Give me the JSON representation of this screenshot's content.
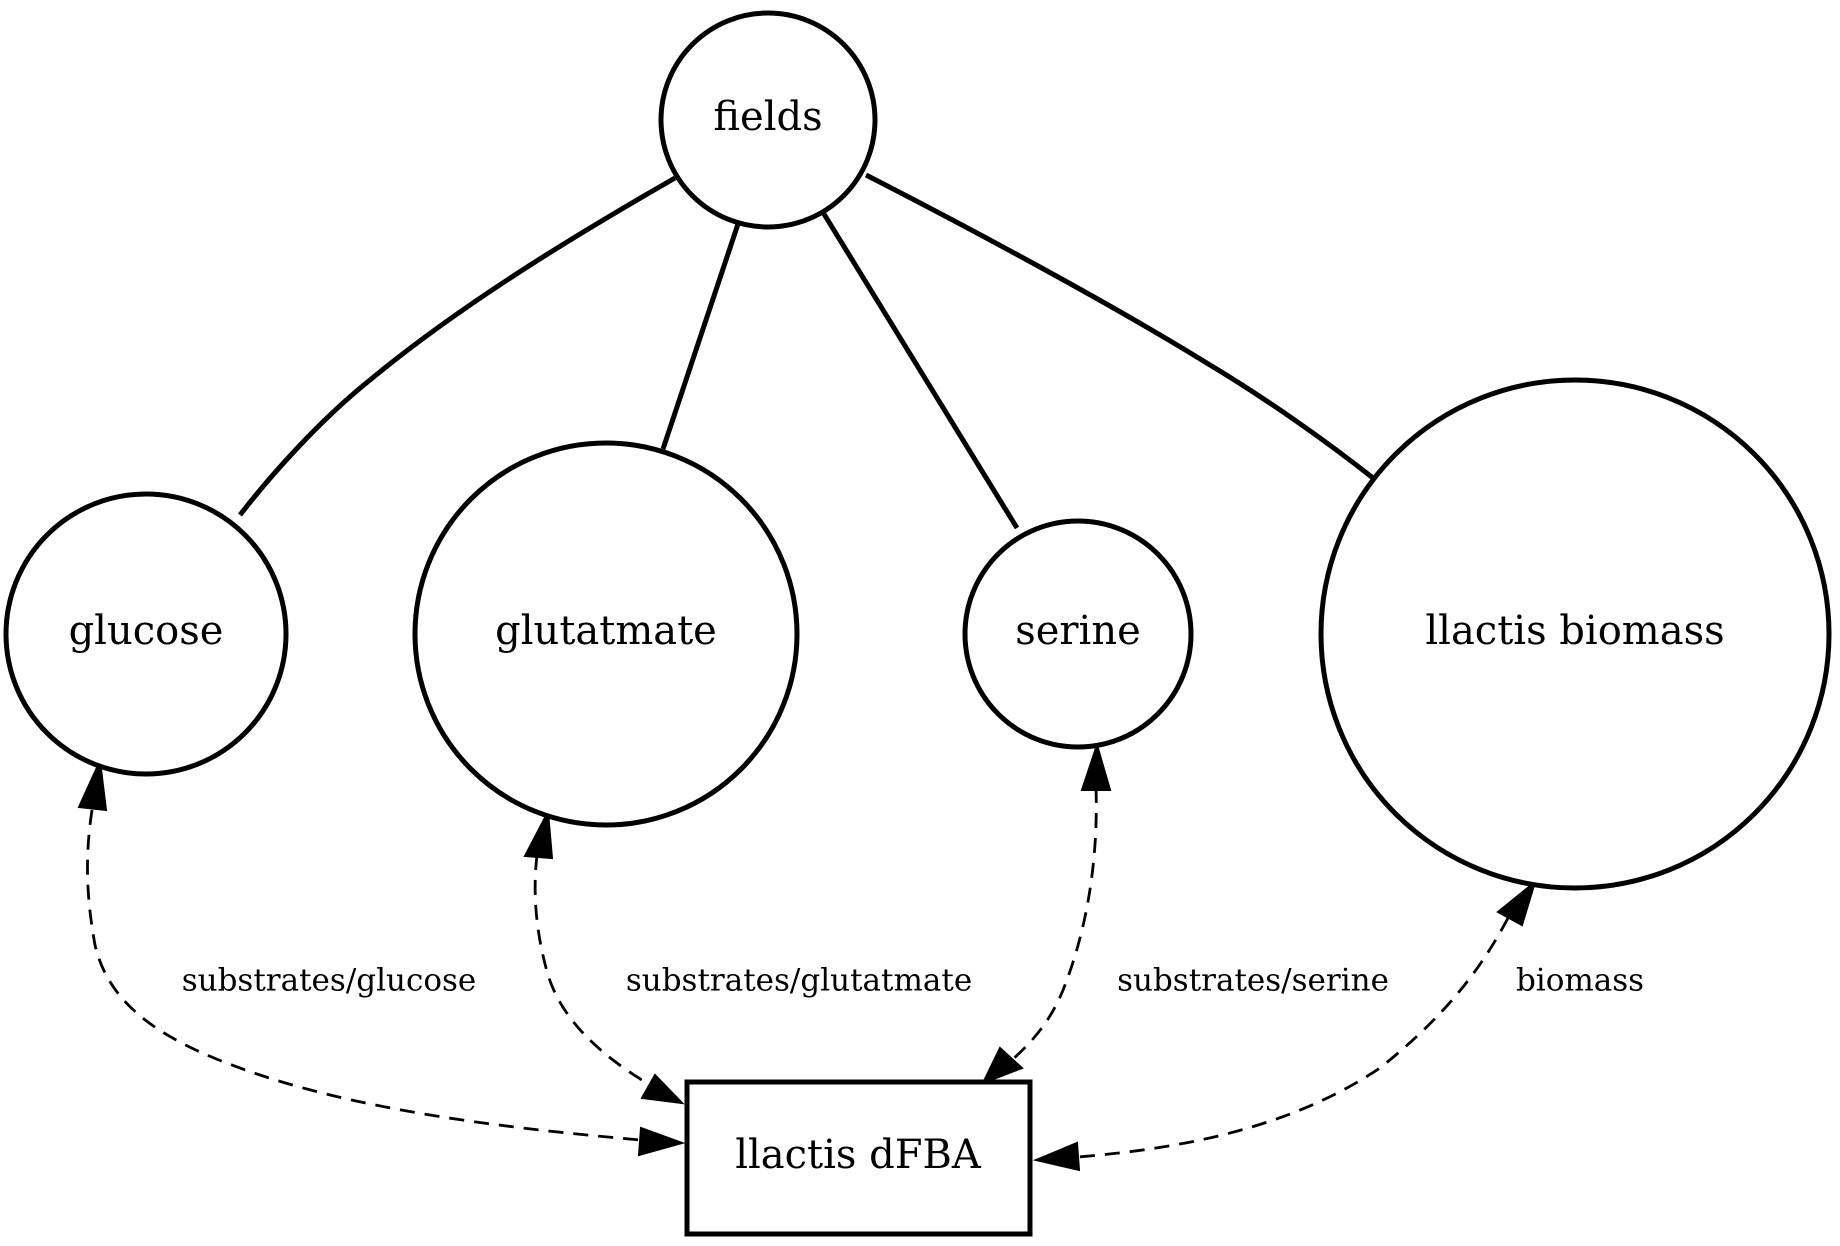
{
  "nodes": {
    "fields": "fields",
    "glucose": "glucose",
    "glutatmate": "glutatmate",
    "serine": "serine",
    "biomass": "llactis biomass",
    "process": "llactis dFBA"
  },
  "edge_labels": {
    "glucose": "substrates/glucose",
    "glutatmate": "substrates/glutatmate",
    "serine": "substrates/serine",
    "biomass": "biomass"
  }
}
